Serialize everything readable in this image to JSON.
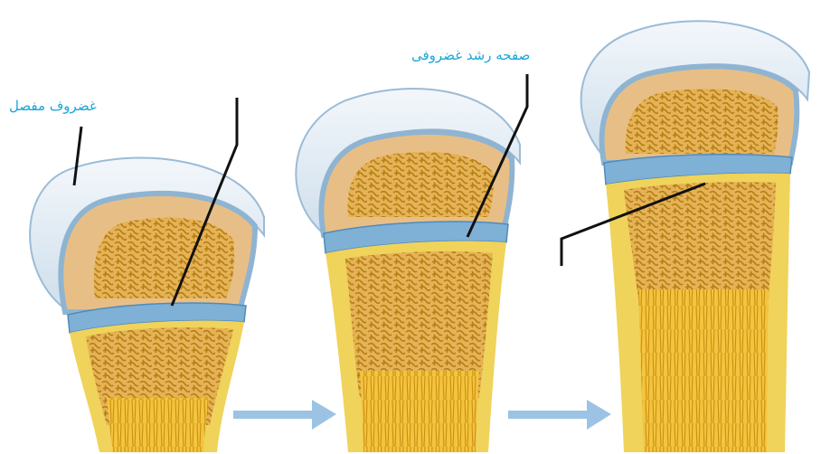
{
  "labels": {
    "articular_cartilage": "غضروف مفصل",
    "growth_plate": "صفحه رشد غضروفی"
  },
  "colors": {
    "cartilage_cap": "#dfe9f1",
    "cartilage_rim": "#8fb4d2",
    "growth_plate": "#7fb0d5",
    "bone_fill": "#e7bf86",
    "cortex": "#f0d35a",
    "spongy_bone": "#c8971c",
    "marrow": "#f6c94a",
    "arrow": "#9cc3e3",
    "label_text": "#1aa6d8",
    "leader_line": "#111111"
  },
  "icons": [
    "bone-stage-1",
    "bone-stage-2",
    "bone-stage-3",
    "arrow-right-icon",
    "arrow-right-icon"
  ]
}
